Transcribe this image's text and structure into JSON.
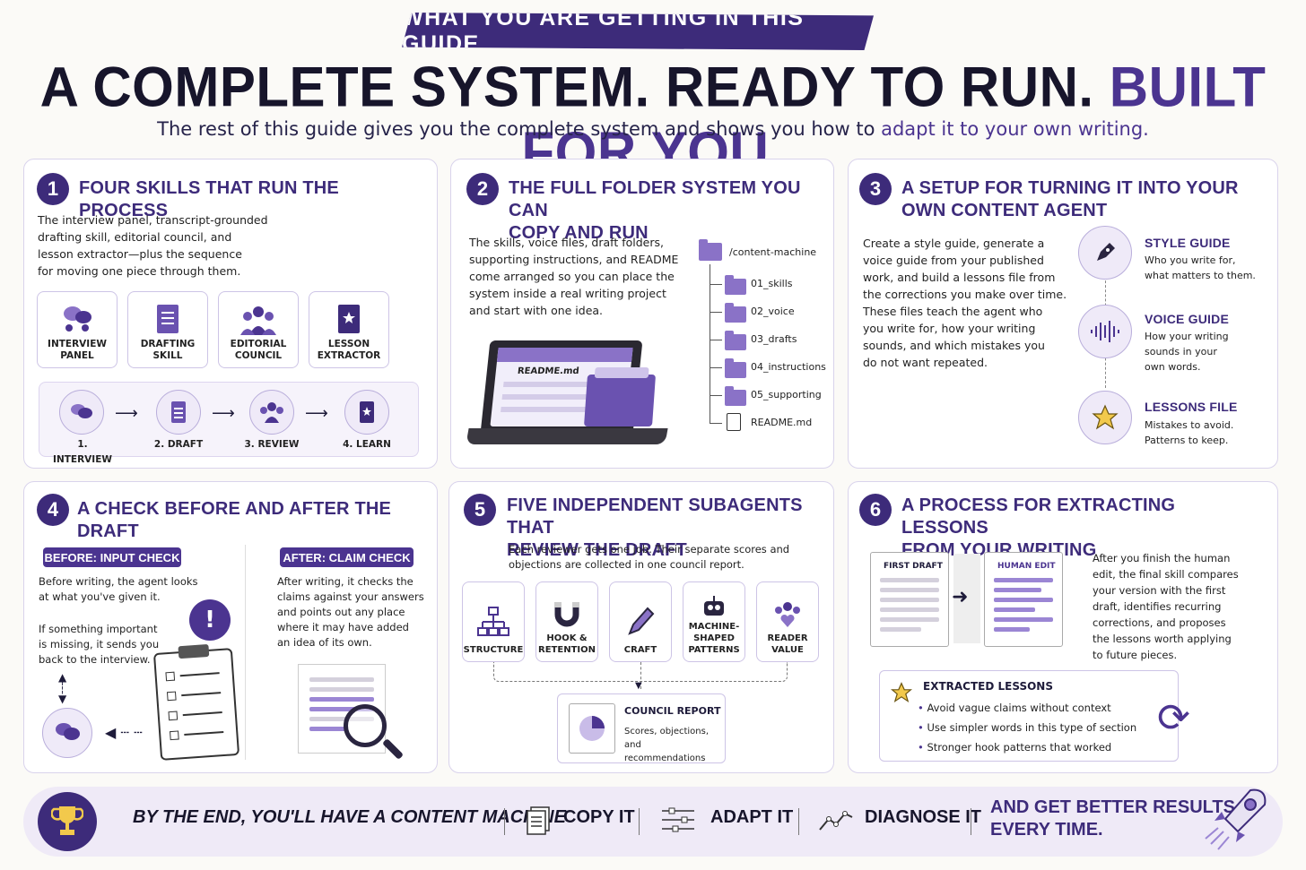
{
  "banner": "WHAT YOU ARE GETTING IN THIS GUIDE",
  "headline": {
    "part1": "A COMPLETE SYSTEM. READY TO RUN.",
    "part2": "BUILT FOR YOU."
  },
  "subhead": {
    "part1": "The rest of this guide gives you the complete system and shows you how to",
    "part2": "adapt it to your own writing."
  },
  "card1": {
    "num": "1",
    "title": "FOUR SKILLS THAT RUN THE PROCESS",
    "text": [
      "The interview panel, transcript-grounded",
      "drafting skill, editorial council, and",
      "lesson extractor—plus the sequence",
      "for moving one piece through them."
    ],
    "tiles": [
      {
        "l1": "INTERVIEW",
        "l2": "PANEL"
      },
      {
        "l1": "DRAFTING",
        "l2": "SKILL"
      },
      {
        "l1": "EDITORIAL",
        "l2": "COUNCIL"
      },
      {
        "l1": "LESSON",
        "l2": "EXTRACTOR"
      }
    ],
    "steps": [
      "1. INTERVIEW",
      "2. DRAFT",
      "3. REVIEW",
      "4. LEARN"
    ]
  },
  "card2": {
    "num": "2",
    "title": [
      "THE FULL FOLDER SYSTEM YOU CAN",
      "COPY AND RUN"
    ],
    "text": [
      "The skills, voice files, draft folders,",
      "supporting instructions, and README",
      "come arranged so you can place the",
      "system inside a real writing project",
      "and start with one idea."
    ],
    "screen_label": "README.md",
    "root": "/content-machine",
    "folders": [
      "01_skills",
      "02_voice",
      "03_drafts",
      "04_instructions",
      "05_supporting"
    ],
    "file": "README.md"
  },
  "card3": {
    "num": "3",
    "title": [
      "A SETUP FOR TURNING IT INTO YOUR",
      "OWN CONTENT AGENT"
    ],
    "text": [
      "Create a style guide, generate a",
      "voice guide from your published",
      "work, and build a lessons file from",
      "the corrections you make over time.",
      "These files teach the agent who",
      "you write for, how your writing",
      "sounds, and which mistakes you",
      "do not want repeated."
    ],
    "items": [
      {
        "title": "STYLE GUIDE",
        "l1": "Who you write for,",
        "l2": "what matters to them.",
        "l3": ""
      },
      {
        "title": "VOICE GUIDE",
        "l1": "How your writing",
        "l2": "sounds in your",
        "l3": "own words."
      },
      {
        "title": "LESSONS FILE",
        "l1": "Mistakes to avoid.",
        "l2": "Patterns to keep.",
        "l3": ""
      }
    ]
  },
  "card4": {
    "num": "4",
    "title": "A CHECK BEFORE AND AFTER THE DRAFT",
    "before_tag": "BEFORE: INPUT CHECK",
    "before_text": [
      "Before writing, the agent looks",
      "at what you've given it."
    ],
    "before_text2": [
      "If something important",
      "is missing, it sends you",
      "back to the interview."
    ],
    "after_tag": "AFTER: CLAIM CHECK",
    "after_text": [
      "After writing, it checks the",
      "claims against your answers",
      "and points out any place",
      "where it may have added",
      "an idea of its own."
    ]
  },
  "card5": {
    "num": "5",
    "title": [
      "FIVE INDEPENDENT SUBAGENTS THAT",
      "REVIEW THE DRAFT"
    ],
    "text": [
      "Each reviewer gets one job. Their separate scores and",
      "objections are collected in one council report."
    ],
    "reviewers": [
      {
        "l1": "STRUCTURE",
        "l2": "",
        "l3": ""
      },
      {
        "l1": "HOOK &",
        "l2": "RETENTION",
        "l3": ""
      },
      {
        "l1": "CRAFT",
        "l2": "",
        "l3": ""
      },
      {
        "l1": "MACHINE-",
        "l2": "SHAPED",
        "l3": "PATTERNS"
      },
      {
        "l1": "READER",
        "l2": "VALUE",
        "l3": ""
      }
    ],
    "report_title": "COUNCIL REPORT",
    "report_l1": "Scores, objections,",
    "report_l2": "and recommendations"
  },
  "card6": {
    "num": "6",
    "title": [
      "A PROCESS FOR EXTRACTING LESSONS",
      "FROM YOUR WRITING"
    ],
    "first_draft": "FIRST DRAFT",
    "human_edit": "HUMAN EDIT",
    "text": [
      "After you finish the human",
      "edit, the final skill compares",
      "your version with the first",
      "draft, identifies recurring",
      "corrections, and proposes",
      "the lessons worth applying",
      "to future pieces."
    ],
    "lessons_title": "EXTRACTED LESSONS",
    "lessons": [
      "Avoid vague claims without context",
      "Use simpler words in this type of section",
      "Stronger hook patterns that worked"
    ]
  },
  "footer": {
    "lead": "BY THE END, YOU'LL HAVE A CONTENT MACHINE",
    "copy": "COPY IT",
    "adapt": "ADAPT IT",
    "diagnose": "DIAGNOSE IT",
    "closing1": "AND GET BETTER RESULTS—",
    "closing2": "EVERY TIME."
  },
  "colors": {
    "accent": "#3d2b7a",
    "accent_light": "#8a72c7",
    "background": "#fbfaf7",
    "star": "#f2c94c"
  }
}
